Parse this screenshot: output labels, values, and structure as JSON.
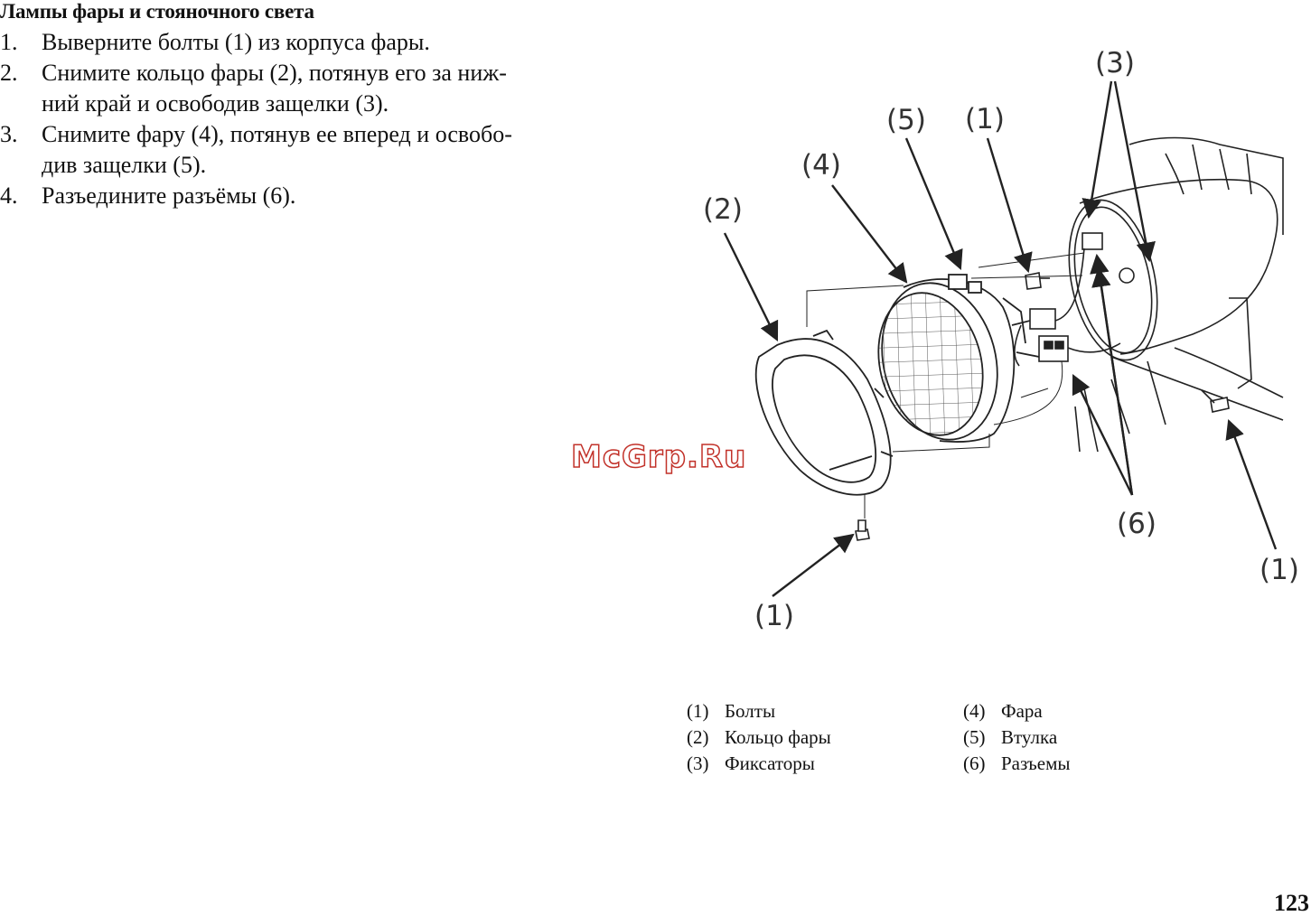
{
  "heading": "Лампы фары и стояночного света",
  "steps": [
    {
      "num": "1.",
      "lines": [
        "Выверните болты (1) из корпуса фары."
      ]
    },
    {
      "num": "2.",
      "lines": [
        "Снимите кольцо фары (2), потянув его за ниж-",
        "ний край и освободив защелки (3)."
      ]
    },
    {
      "num": "3.",
      "lines": [
        "Снимите фару (4), потянув ее вперед и освобо-",
        "див защелки (5)."
      ]
    },
    {
      "num": "4.",
      "lines": [
        "Разъедините разъёмы (6)."
      ]
    }
  ],
  "callouts": {
    "c1_top": "(1)",
    "c1_bottom": "(1)",
    "c1_right": "(1)",
    "c2": "(2)",
    "c3": "(3)",
    "c4": "(4)",
    "c5": "(5)",
    "c6": "(6)"
  },
  "watermark": "McGrp.Ru",
  "legend": [
    [
      {
        "n": "(1)",
        "t": "Болты"
      },
      {
        "n": "(2)",
        "t": "Кольцо фары"
      },
      {
        "n": "(3)",
        "t": "Фиксаторы"
      }
    ],
    [
      {
        "n": "(4)",
        "t": "Фара"
      },
      {
        "n": "(5)",
        "t": "Втулка"
      },
      {
        "n": "(6)",
        "t": "Разъемы"
      }
    ]
  ],
  "page_number": "123"
}
